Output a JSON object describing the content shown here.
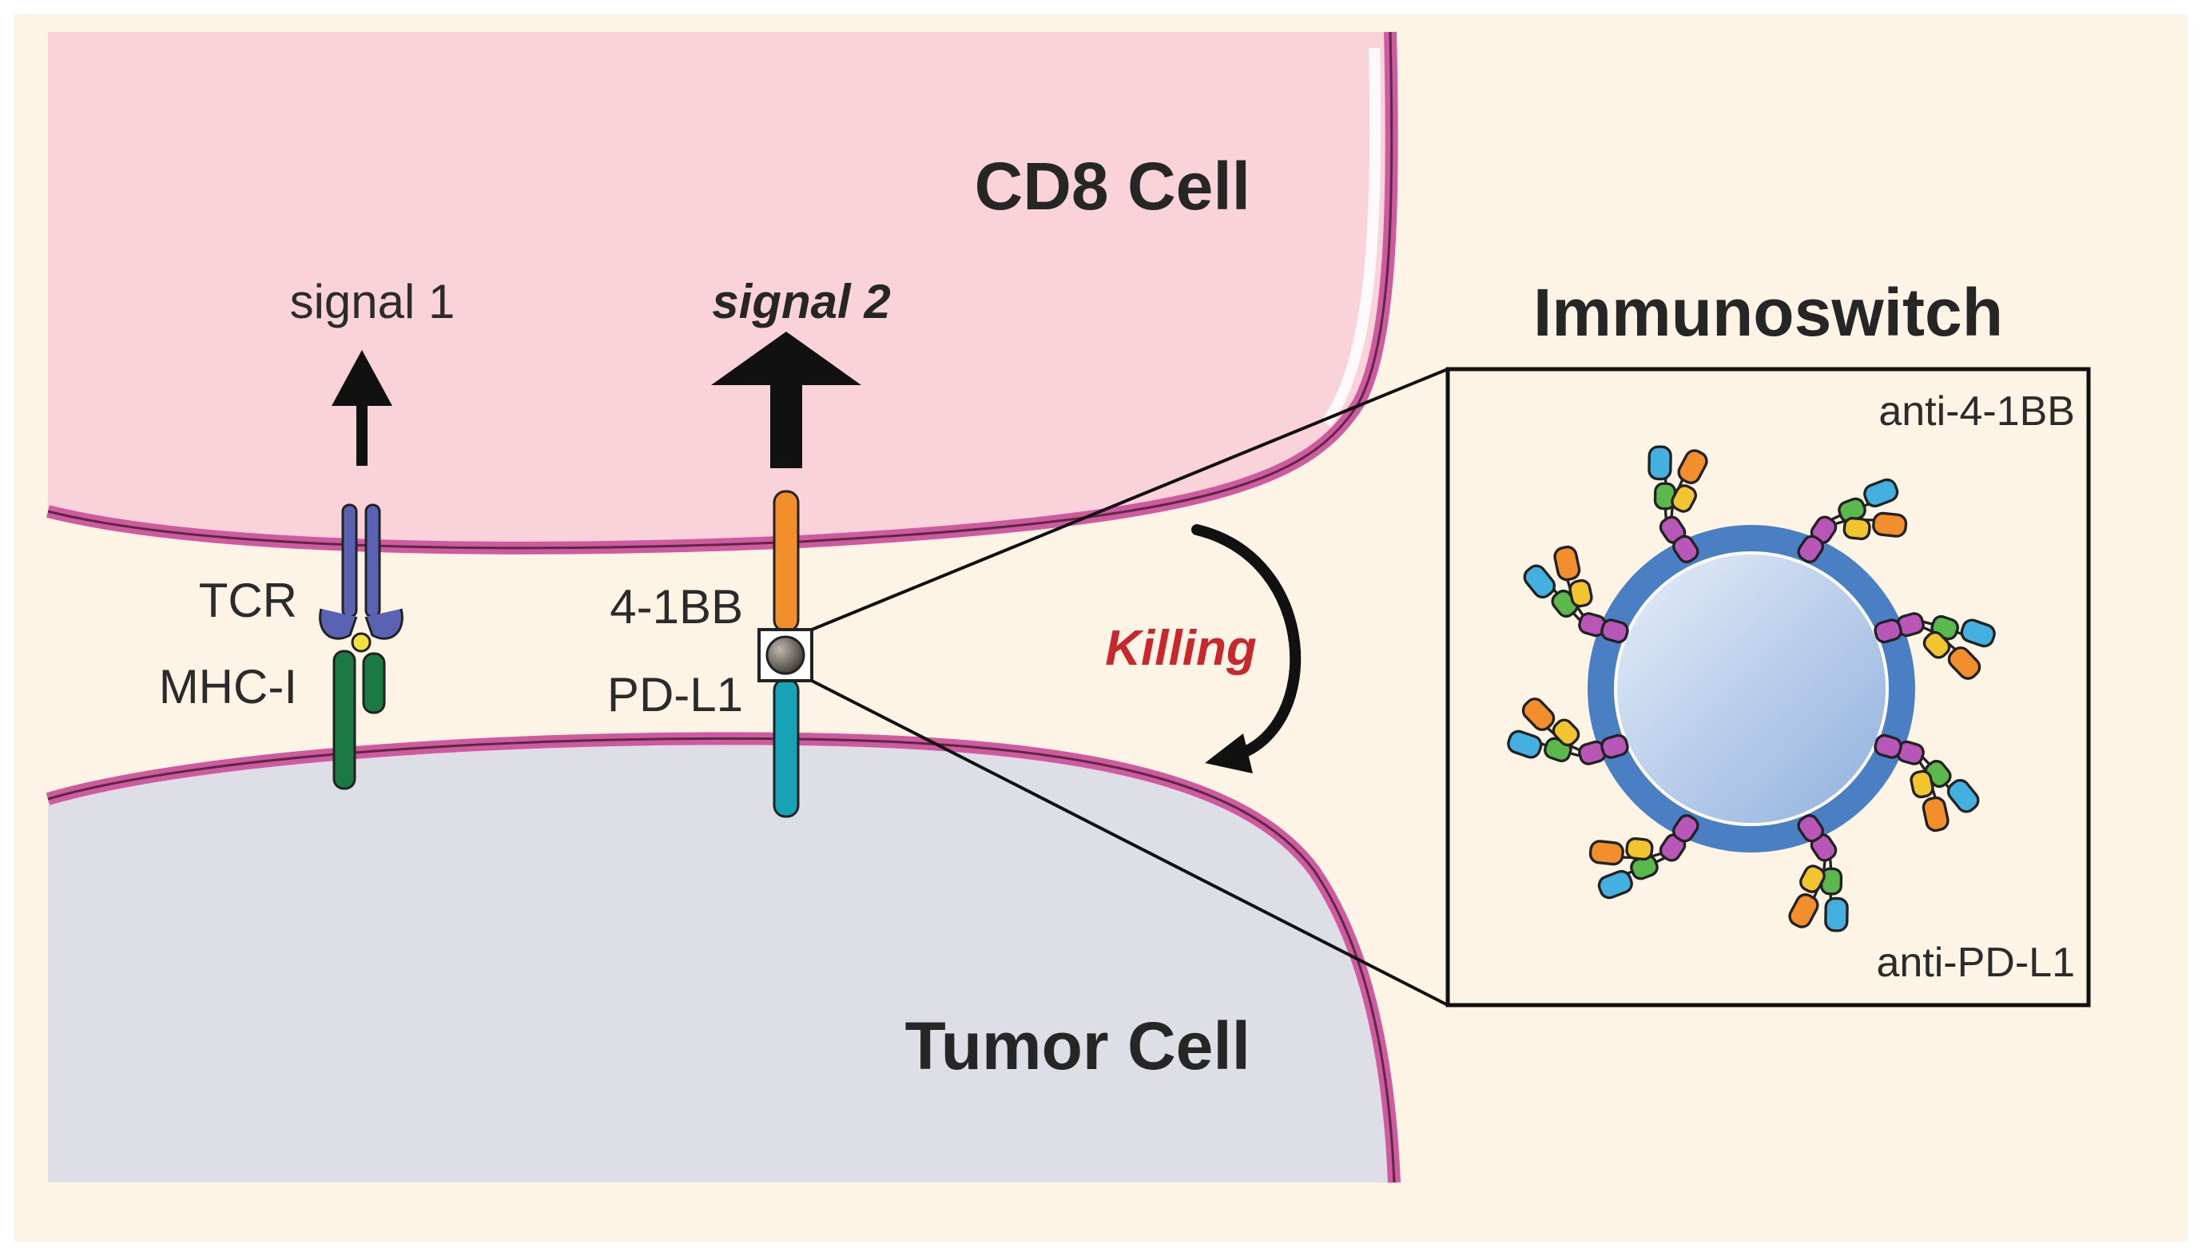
{
  "labels": {
    "cd8_cell": "CD8 Cell",
    "tumor_cell": "Tumor Cell",
    "signal_1": "signal 1",
    "signal_2": "signal 2",
    "tcr": "TCR",
    "mhc_i": "MHC-I",
    "receptor_4_1bb": "4-1BB",
    "pd_l1": "PD-L1",
    "killing": "Killing",
    "immunoswitch": "Immunoswitch",
    "anti_4_1bb": "anti-4-1BB",
    "anti_pd_l1": "anti-PD-L1"
  },
  "colors": {
    "background": "#fdf4e6",
    "cd8_fill": "#f9d3d9",
    "tumor_fill": "#dedee6",
    "membrane": "#d05a9f",
    "tcr": "#5a63b3",
    "mhc": "#1a7a42",
    "receptor_4_1bb": "#f28f2c",
    "pd_l1": "#17a3b5",
    "nanoparticle": "#4a7fc4",
    "killing_text": "#c8282d",
    "antibody_colors": [
      "#44b0e0",
      "#5bb84c",
      "#b857b8",
      "#f2c430",
      "#f28f2c"
    ]
  },
  "icons": {
    "signal_arrows": "up-arrow-icon",
    "killing_arrow": "curved-arrow-icon",
    "antibody": "antibody-icon",
    "nanoparticle": "nanoparticle-icon"
  }
}
